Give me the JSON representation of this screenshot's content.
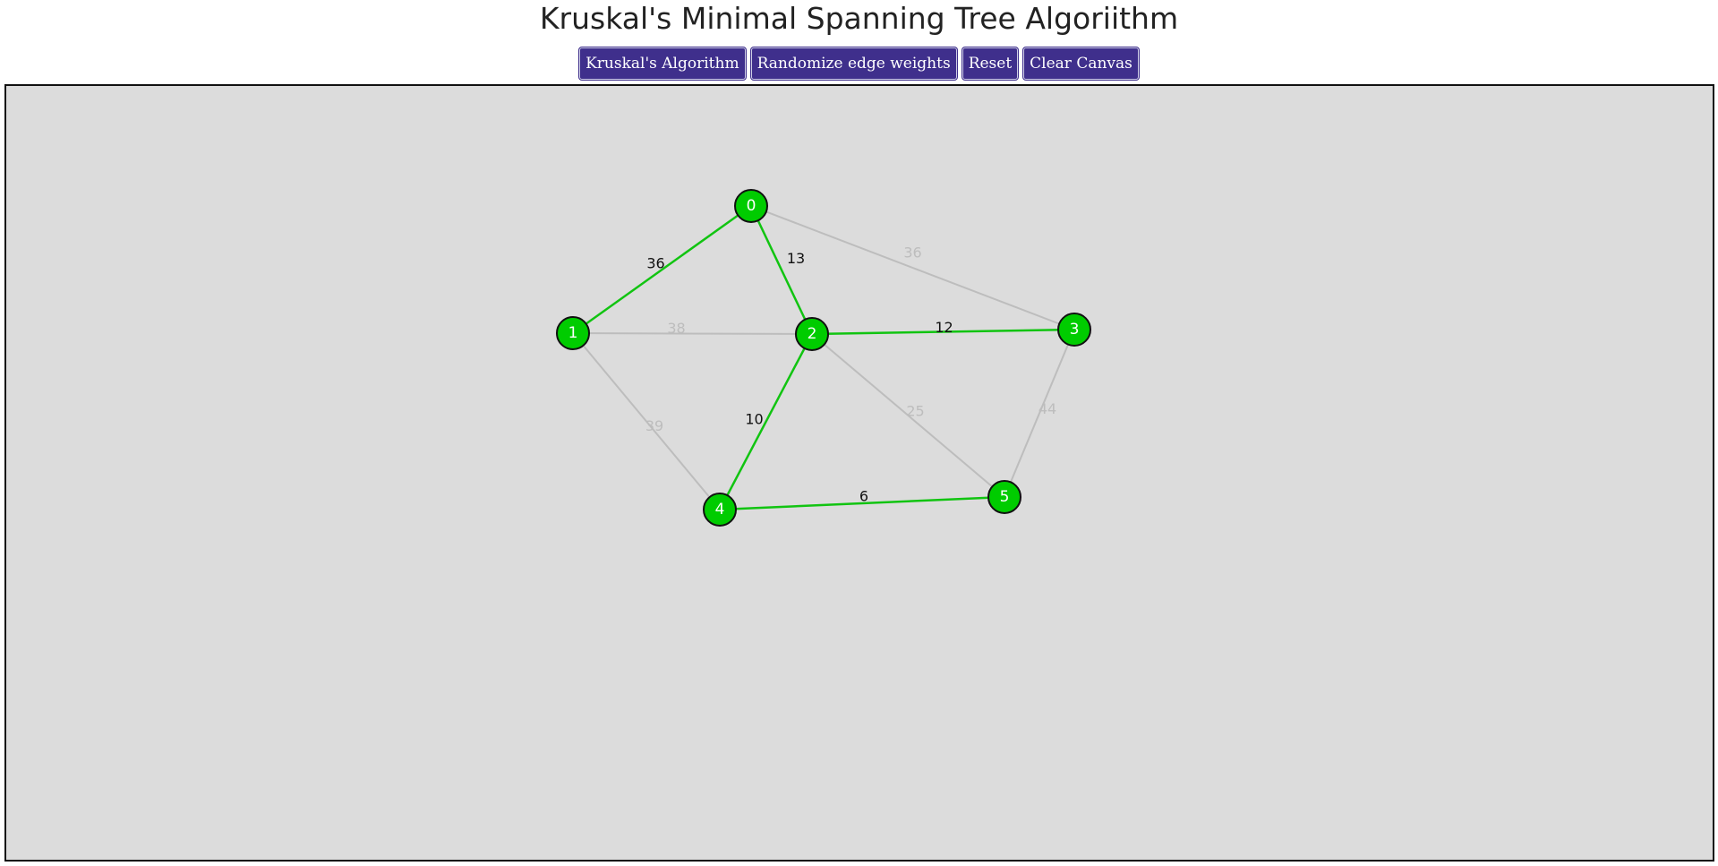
{
  "page": {
    "title": "Kruskal's Minimal Spanning Tree Algoriithm"
  },
  "toolbar": {
    "kruskal_label": "Kruskal's Algorithm",
    "randomize_label": "Randomize edge weights",
    "reset_label": "Reset",
    "clear_label": "Clear Canvas"
  },
  "colors": {
    "button_bg": "#3f2f8c",
    "canvas_bg": "#dcdcdc",
    "node_fill": "#00cc00",
    "mst_edge": "#11c411",
    "other_edge": "#bdbdbd",
    "mst_label": "#111111",
    "other_label": "#bdbdbd"
  },
  "graph": {
    "nodes": [
      {
        "id": "0",
        "label": "0"
      },
      {
        "id": "1",
        "label": "1"
      },
      {
        "id": "2",
        "label": "2"
      },
      {
        "id": "3",
        "label": "3"
      },
      {
        "id": "4",
        "label": "4"
      },
      {
        "id": "5",
        "label": "5"
      }
    ],
    "edges": [
      {
        "from": "0",
        "to": "1",
        "weight": "36",
        "in_mst": true
      },
      {
        "from": "0",
        "to": "2",
        "weight": "13",
        "in_mst": true
      },
      {
        "from": "0",
        "to": "3",
        "weight": "36",
        "in_mst": false
      },
      {
        "from": "1",
        "to": "2",
        "weight": "38",
        "in_mst": false
      },
      {
        "from": "1",
        "to": "4",
        "weight": "39",
        "in_mst": false
      },
      {
        "from": "2",
        "to": "3",
        "weight": "12",
        "in_mst": true
      },
      {
        "from": "2",
        "to": "4",
        "weight": "10",
        "in_mst": true
      },
      {
        "from": "2",
        "to": "5",
        "weight": "25",
        "in_mst": false
      },
      {
        "from": "3",
        "to": "5",
        "weight": "44",
        "in_mst": false
      },
      {
        "from": "4",
        "to": "5",
        "weight": "6",
        "in_mst": true
      }
    ]
  }
}
